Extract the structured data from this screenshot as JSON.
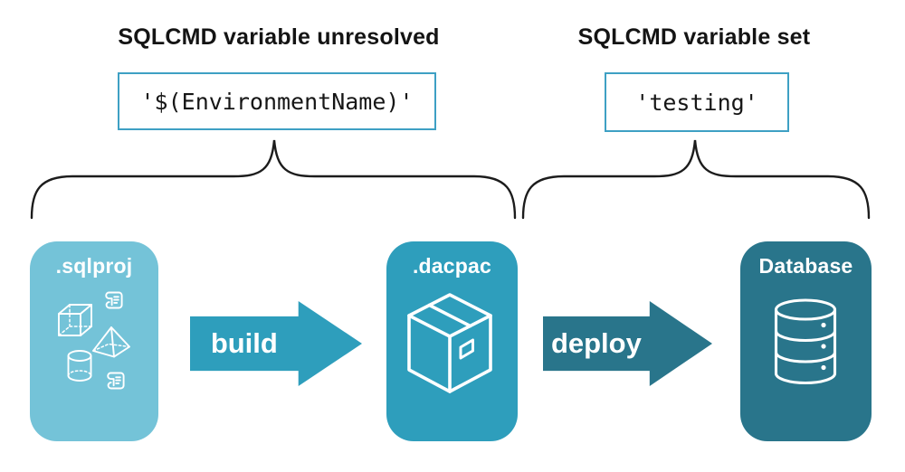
{
  "diagram": {
    "left_annotation": {
      "title": "SQLCMD variable unresolved",
      "code": "'$(EnvironmentName)'"
    },
    "right_annotation": {
      "title": "SQLCMD variable set",
      "code": "'testing'"
    },
    "pipeline": {
      "stages": [
        {
          "label": ".sqlproj",
          "color": "#74C3D8",
          "icons": [
            "scroll-icon",
            "cube-icon",
            "pyramid-icon",
            "cylinder-icon",
            "scroll-icon"
          ]
        },
        {
          "label": ".dacpac",
          "color": "#2E9EBC",
          "icons": [
            "package-box-icon"
          ]
        },
        {
          "label": "Database",
          "color": "#29758B",
          "icons": [
            "database-icon"
          ]
        }
      ],
      "arrows": [
        {
          "label": "build",
          "color": "#2E9EBC"
        },
        {
          "label": "deploy",
          "color": "#29758B"
        }
      ]
    },
    "colors": {
      "background": "#FFFFFF",
      "code_box_border": "#3EA0C4",
      "brace_stroke": "#1C1C1C",
      "heading_text": "#141414",
      "card_label_text": "#FFFFFF"
    }
  }
}
